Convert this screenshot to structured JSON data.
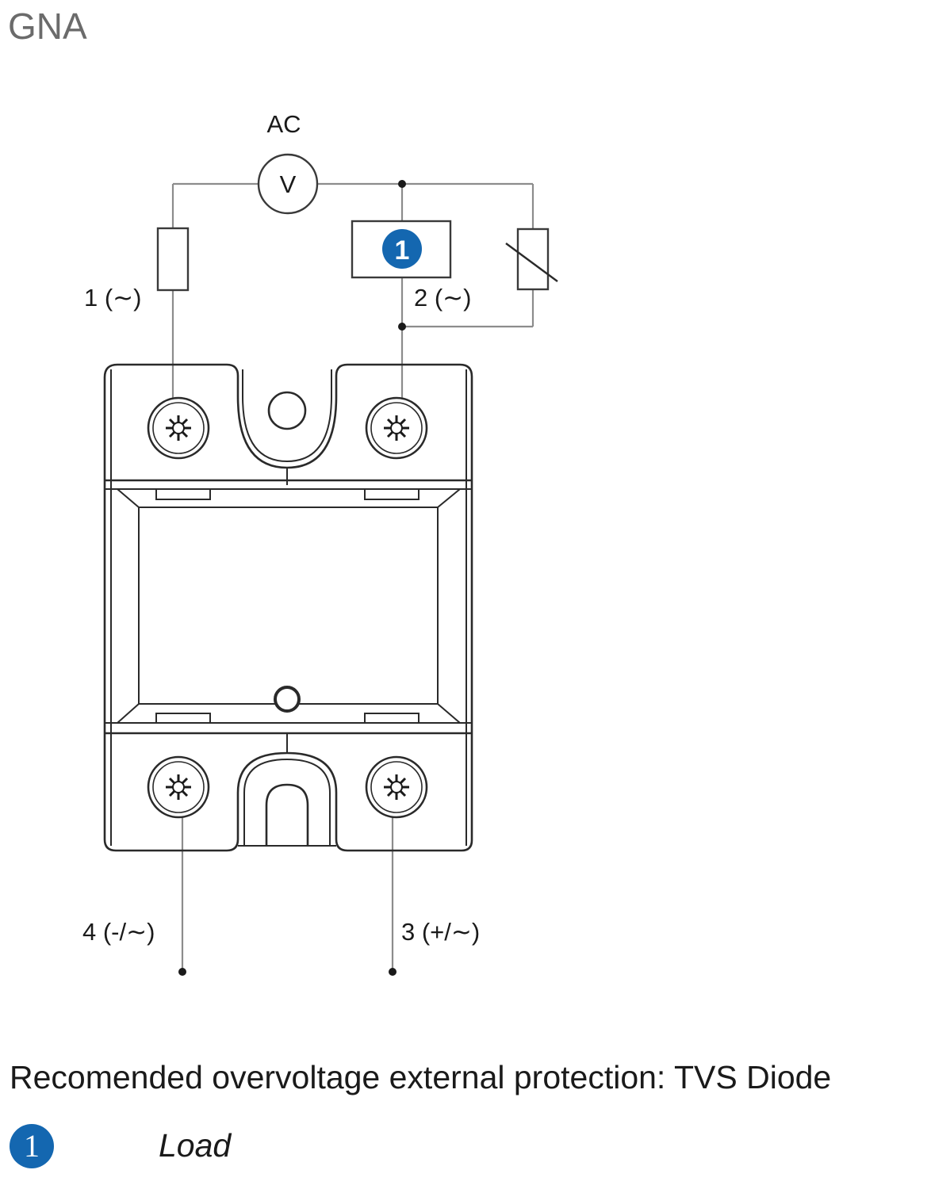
{
  "title": "GNA",
  "labels": {
    "ac": "AC",
    "voltmeter": "V",
    "load_marker": "1",
    "terminal_1": "1 (∼)",
    "terminal_2": "2 (∼)",
    "terminal_3": "3 (+/∼)",
    "terminal_4": "4 (-/∼)"
  },
  "footer": {
    "note": "Recomended overvoltage external protection: TVS Diode"
  },
  "legend": [
    {
      "marker": "1",
      "text": "Load"
    }
  ],
  "colors": {
    "accent_blue": "#1467b0",
    "wire_gray": "#8c8c8c",
    "title_gray": "#6b6b6b"
  }
}
